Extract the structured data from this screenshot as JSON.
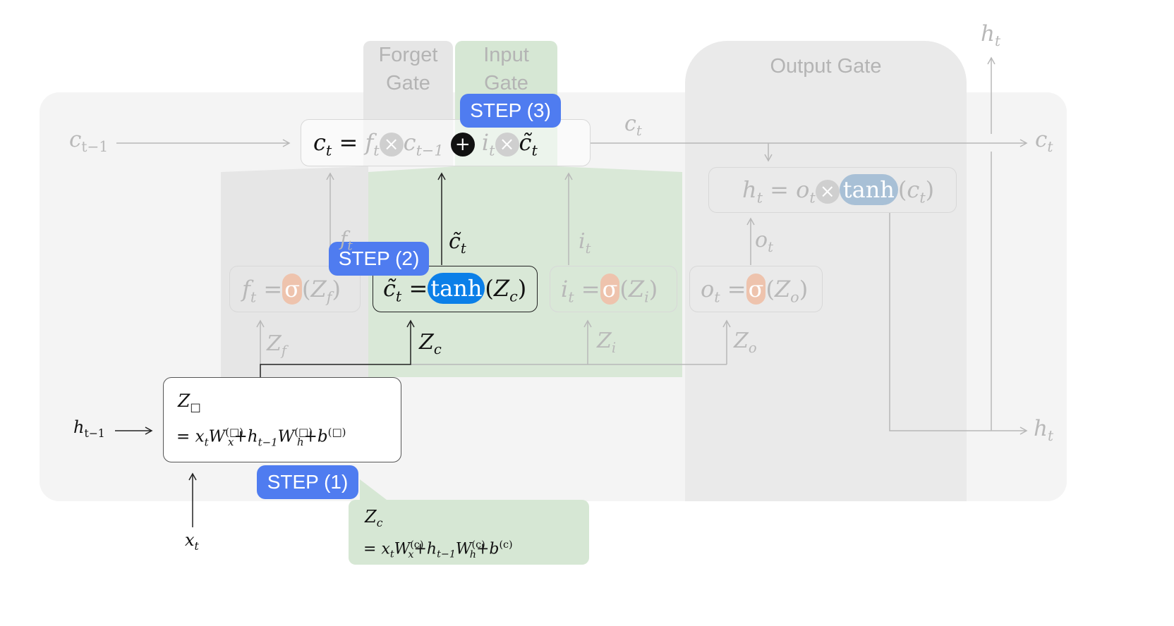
{
  "colors": {
    "panel": "#f4f4f4",
    "forget_band": "#e8e8e8",
    "input_band": "#dbe9d9",
    "output_band": "#ebebeb",
    "step_badge": "#4f7cf0",
    "sigma_pill": "#eec3ad",
    "tanh_pill": "#0b7fe8",
    "tanh_out_pill": "#a8c0d6",
    "callout": "#d6e7d4",
    "line_grey": "#b8b8b8",
    "line_dark": "#222222"
  },
  "gates": {
    "forget_line1": "Forget",
    "forget_line2": "Gate",
    "input_line1": "Input",
    "input_line2": "Gate",
    "output": "Output Gate"
  },
  "steps": {
    "step1": "STEP (1)",
    "step2": "STEP (2)",
    "step3": "STEP (3)"
  },
  "cell_update": {
    "lhs": "c",
    "lhs_sub": "t",
    "eq": "=",
    "f": "f",
    "f_sub": "t",
    "c_prev": "c",
    "c_prev_sub": "t−1",
    "i": "i",
    "i_sub": "t",
    "ctilde": "c̃",
    "ctilde_sub": "t",
    "times": "×",
    "plus": "+"
  },
  "hidden_update": {
    "lhs": "h",
    "lhs_sub": "t",
    "eq": "=",
    "o": "o",
    "o_sub": "t",
    "times": "×",
    "tanh": "tanh",
    "arg_open": "(",
    "arg": "c",
    "arg_sub": "t",
    "arg_close": ")"
  },
  "gate_eqs": {
    "forget": {
      "lhs": "f",
      "lhs_sub": "t",
      "eq": "=",
      "fn": "σ",
      "open": "(",
      "z": "Z",
      "z_sub": "f",
      "close": ")"
    },
    "cand": {
      "lhs": "c̃",
      "lhs_sub": "t",
      "eq": "=",
      "fn": "tanh",
      "open": "(",
      "z": "Z",
      "z_sub": "c",
      "close": ")"
    },
    "input": {
      "lhs": "i",
      "lhs_sub": "t",
      "eq": "=",
      "fn": "σ",
      "open": "(",
      "z": "Z",
      "z_sub": "i",
      "close": ")"
    },
    "output": {
      "lhs": "o",
      "lhs_sub": "t",
      "eq": "=",
      "fn": "σ",
      "open": "(",
      "z": "Z",
      "z_sub": "o",
      "close": ")"
    }
  },
  "preact": {
    "title": "Z",
    "title_sub": "□",
    "line2_eq": "=",
    "x": "x",
    "x_sub": "t",
    "W1": "W",
    "W1_sub": "x",
    "W1_sup": "(□)",
    "plus1": "+",
    "h": "h",
    "h_sub": "t−1",
    "W2": "W",
    "W2_sub": "h",
    "W2_sup": "(□)",
    "plus2": "+",
    "b": "b",
    "b_sup": "(□)"
  },
  "callout": {
    "title": "Z",
    "title_sub": "c",
    "line2_eq": "=",
    "x": "x",
    "x_sub": "t",
    "W1": "W",
    "W1_sub": "x",
    "W1_sup": "(c)",
    "plus1": "+",
    "h": "h",
    "h_sub": "t−1",
    "W2": "W",
    "W2_sub": "h",
    "W2_sup": "(c)",
    "plus2": "+",
    "b": "b",
    "b_sup": "(c)"
  },
  "labels": {
    "c_prev": "c",
    "c_prev_sub": "t−1",
    "c_mid": "c",
    "c_mid_sub": "t",
    "c_out": "c",
    "c_out_sub": "t",
    "h_top": "h",
    "h_top_sub": "t",
    "h_out": "h",
    "h_out_sub": "t",
    "h_prev": "h",
    "h_prev_sub": "t−1",
    "x_in": "x",
    "x_in_sub": "t",
    "f_arrow": "f",
    "f_arrow_sub": "t",
    "ctilde_arrow": "c̃",
    "ctilde_arrow_sub": "t",
    "i_arrow": "i",
    "i_arrow_sub": "t",
    "o_arrow": "o",
    "o_arrow_sub": "t",
    "zf": "Z",
    "zf_sub": "f",
    "zc": "Z",
    "zc_sub": "c",
    "zi": "Z",
    "zi_sub": "i",
    "zo": "Z",
    "zo_sub": "o"
  }
}
